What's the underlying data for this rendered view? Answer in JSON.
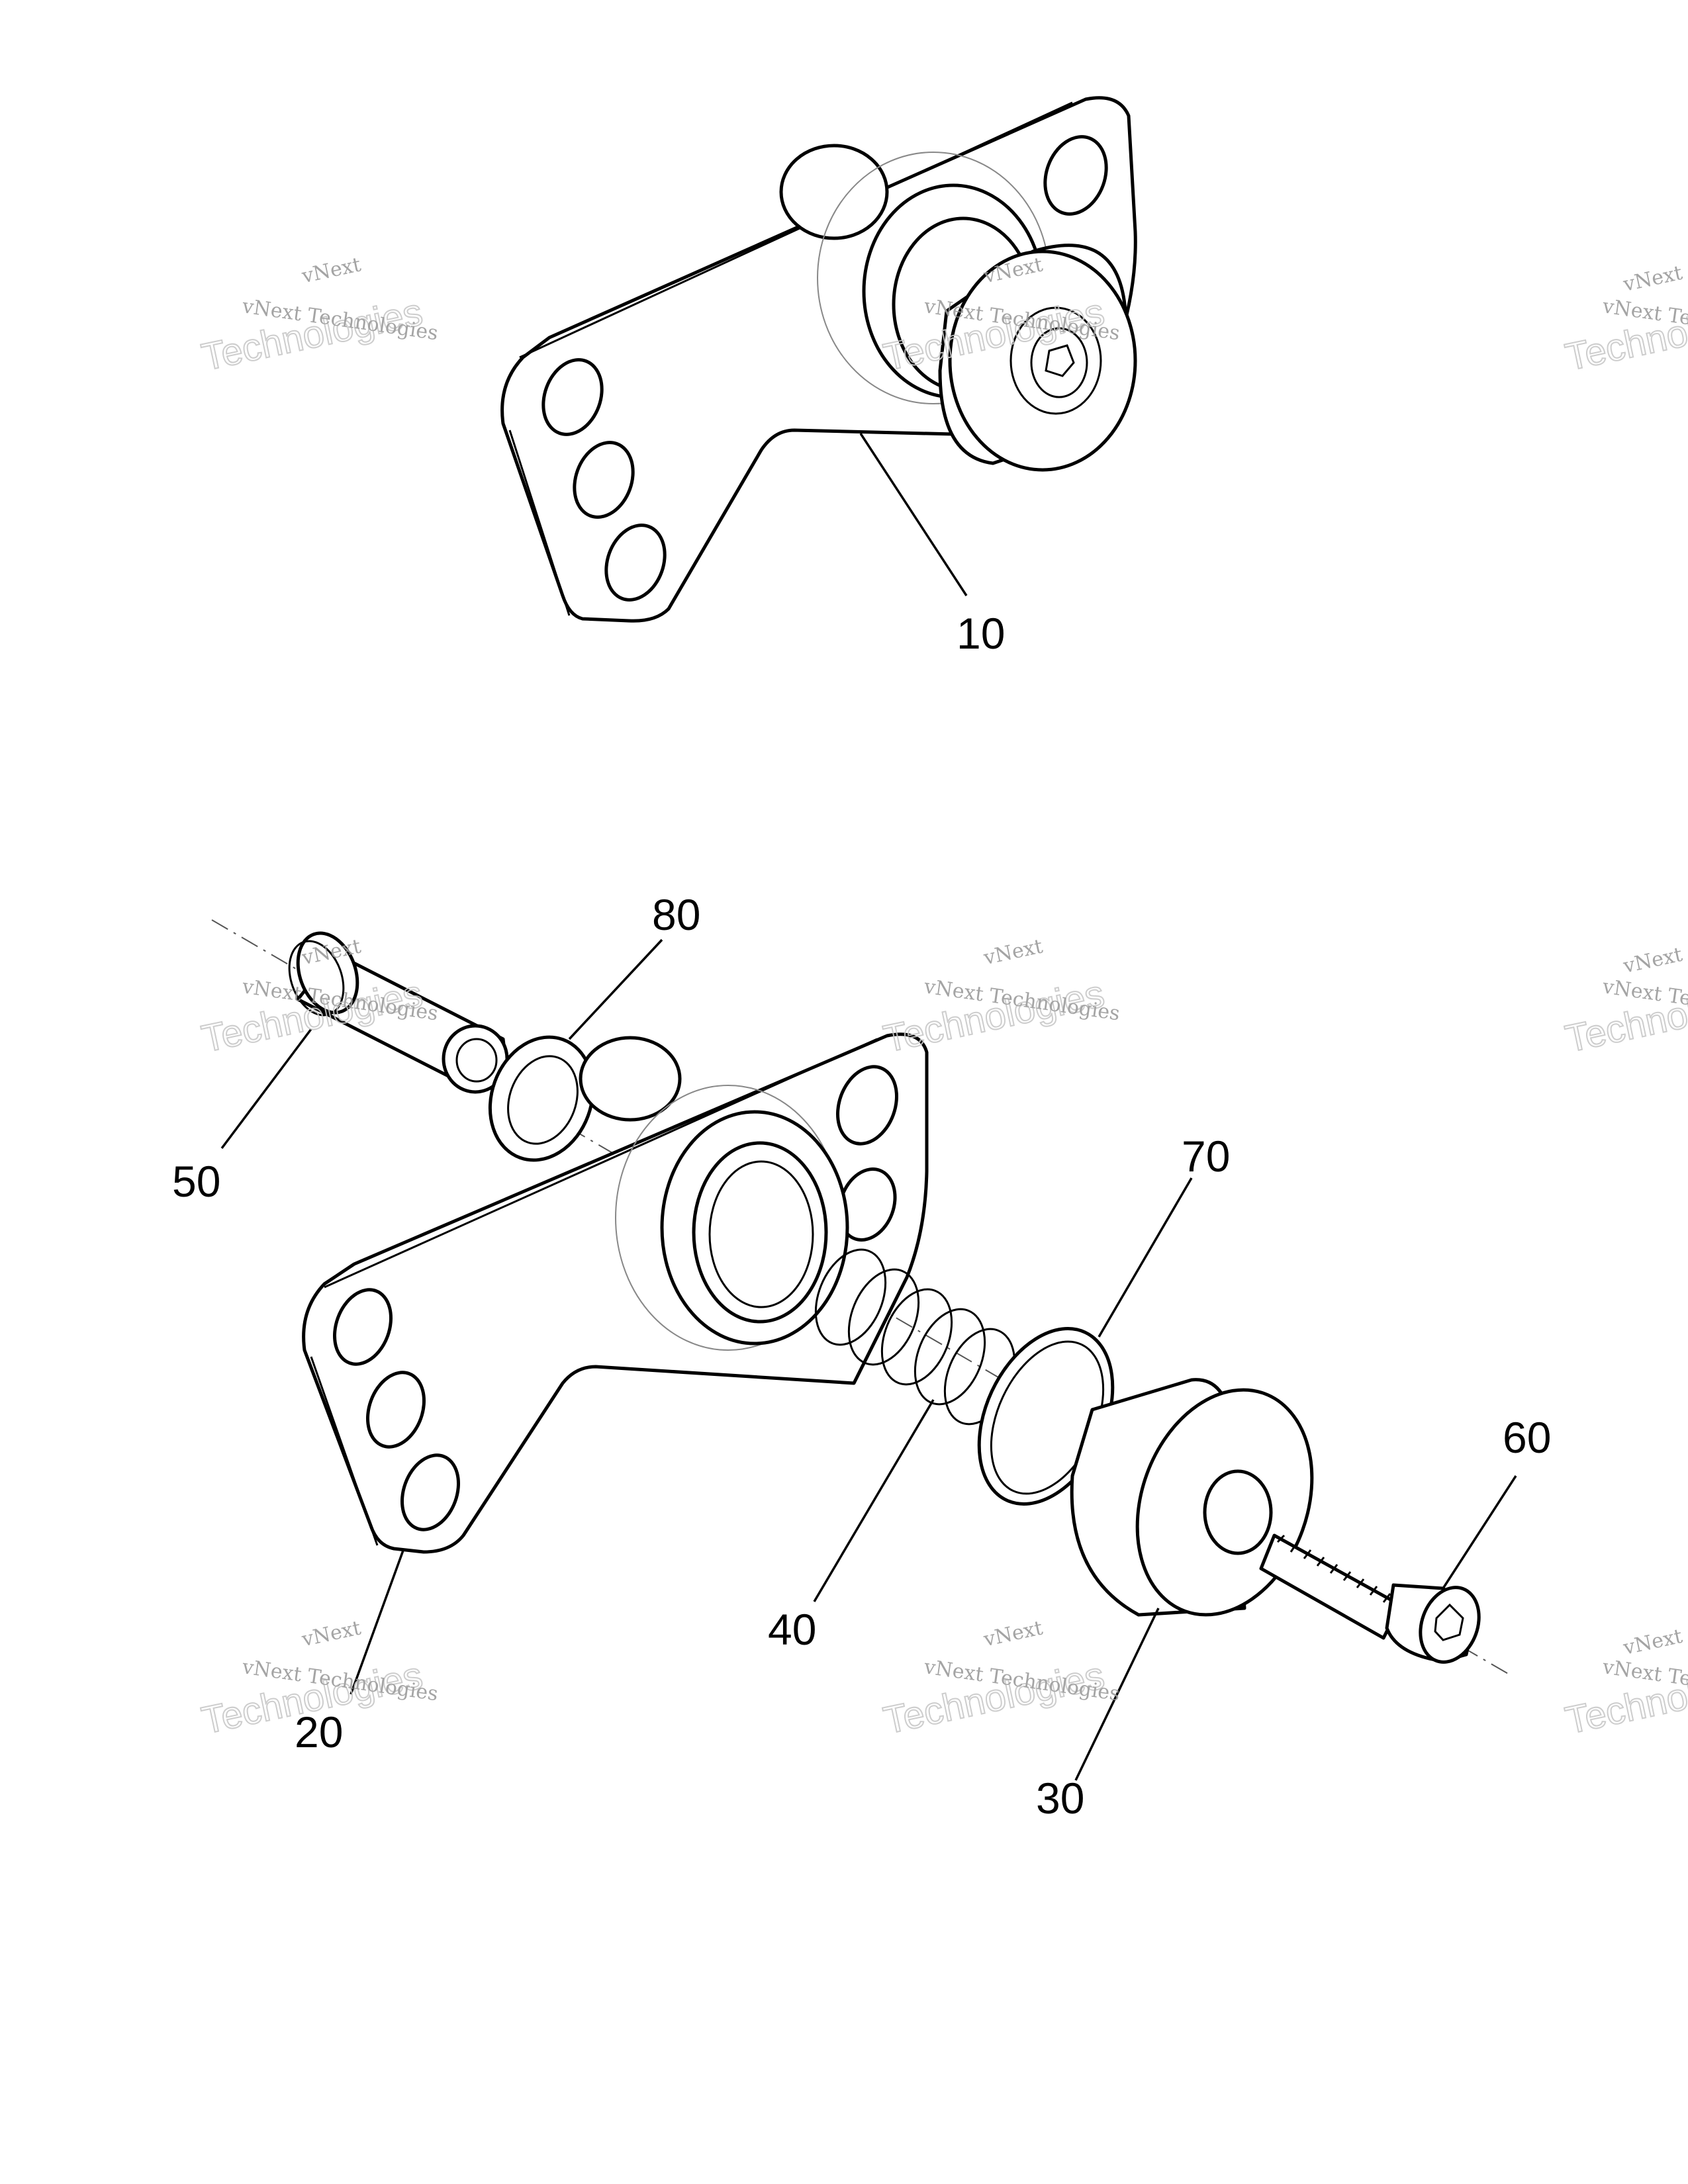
{
  "callouts": {
    "c10": "10",
    "c20": "20",
    "c30": "30",
    "c40": "40",
    "c50": "50",
    "c60": "60",
    "c70": "70",
    "c80": "80"
  },
  "watermark": {
    "line1": "vNext",
    "line2": "Technologies",
    "line3": "vNext Technologies"
  }
}
